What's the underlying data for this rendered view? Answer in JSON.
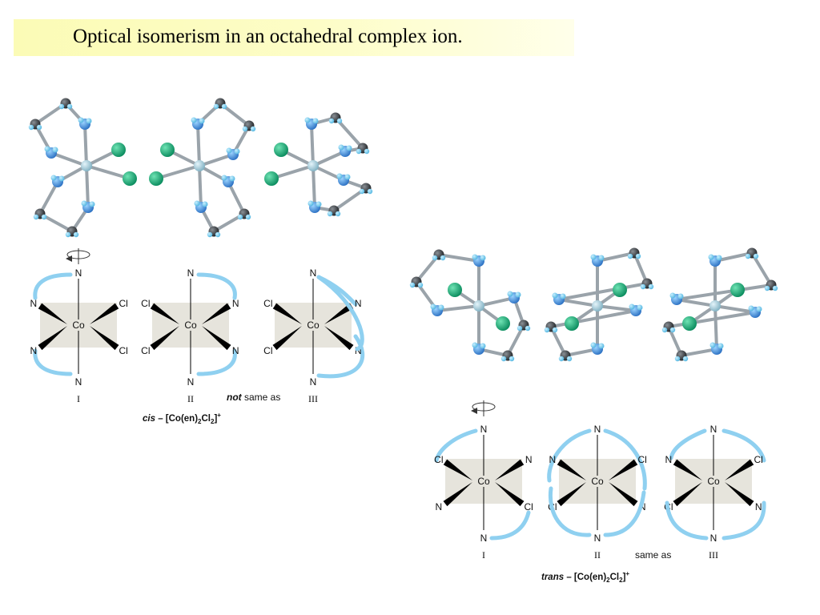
{
  "slide": {
    "title": "Optical isomerism in an octahedral complex ion."
  },
  "cis_panel": {
    "structures": [
      {
        "numeral": "I",
        "center": "Co",
        "left_top": "N",
        "left_bottom": "N",
        "right_top": "Cl",
        "right_bottom": "Cl",
        "top": "N",
        "bottom": "N"
      },
      {
        "numeral": "II",
        "center": "Co",
        "left_top": "Cl",
        "left_bottom": "Cl",
        "right_top": "N",
        "right_bottom": "N",
        "top": "N",
        "bottom": "N"
      },
      {
        "numeral": "III",
        "center": "Co",
        "left_top": "Cl",
        "left_bottom": "Cl",
        "right_top": "N",
        "right_bottom": "N",
        "top": "N",
        "bottom": "N"
      }
    ],
    "relation_emph": "not",
    "relation_rest": "same as",
    "formula": {
      "prefix": "cis",
      "dash": " – [Co(en)",
      "sub1": "2",
      "mid": "Cl",
      "sub2": "2",
      "close": "]",
      "charge": "+"
    }
  },
  "trans_panel": {
    "structures": [
      {
        "numeral": "I",
        "center": "Co",
        "left_top": "Cl",
        "left_bottom": "N",
        "right_top": "N",
        "right_bottom": "Cl",
        "top": "N",
        "bottom": "N"
      },
      {
        "numeral": "II",
        "center": "Co",
        "left_top": "N",
        "left_bottom": "Cl",
        "right_top": "Cl",
        "right_bottom": "N",
        "top": "N",
        "bottom": "N"
      },
      {
        "numeral": "III",
        "center": "Co",
        "left_top": "N",
        "left_bottom": "Cl",
        "right_top": "Cl",
        "right_bottom": "N",
        "top": "N",
        "bottom": "N"
      }
    ],
    "relation": "same as",
    "formula": {
      "prefix": "trans",
      "dash": " – [Co(en)",
      "sub1": "2",
      "mid": "Cl",
      "sub2": "2",
      "close": "]",
      "charge": "+"
    }
  },
  "colors": {
    "ring": "#8fd0f0",
    "plane": "#e6e4dc",
    "nitrogen": "#3a86d6",
    "hydrogen": "#78ccec",
    "carbon": "#2f3338",
    "chlorine": "#10a673",
    "cobalt": "#9ec8d8",
    "bond": "#9aa3aa"
  }
}
